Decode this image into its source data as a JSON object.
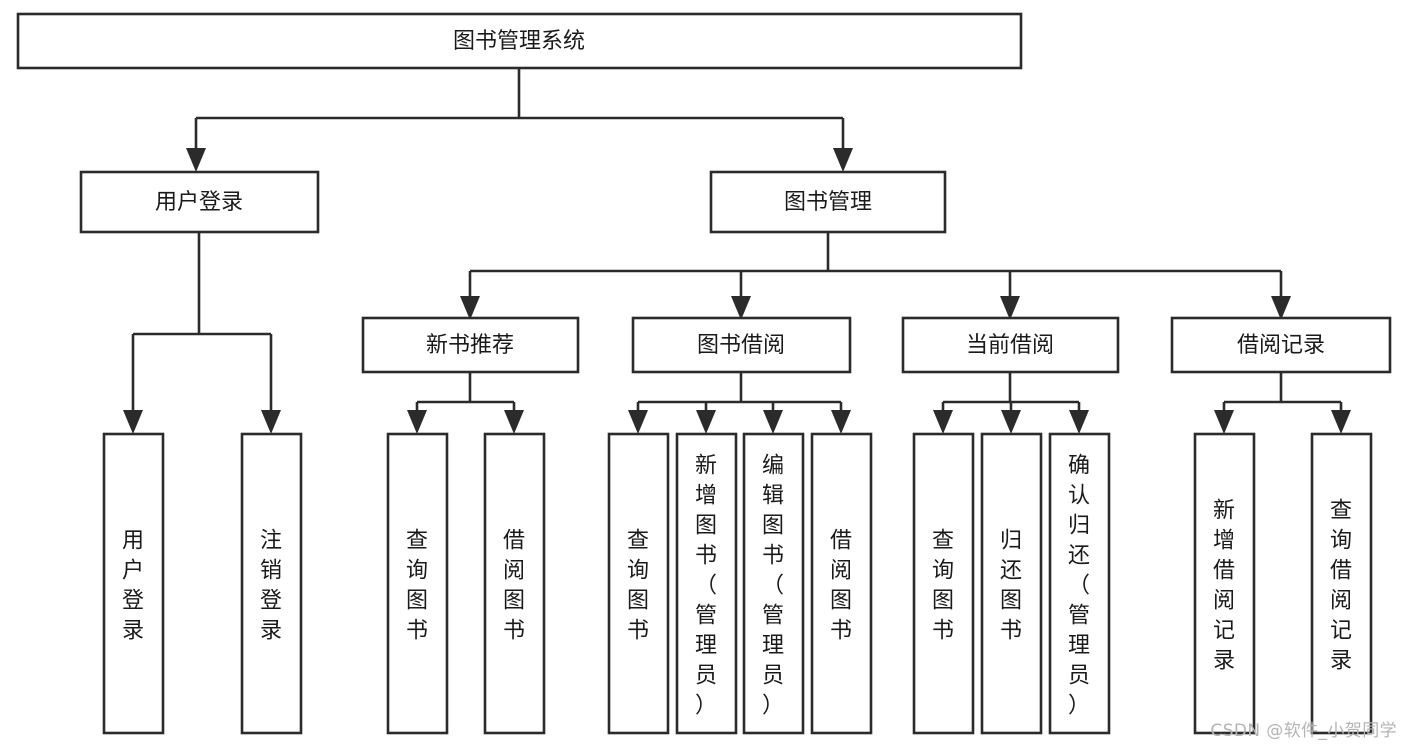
{
  "diagram": {
    "title": "图书管理系统",
    "type": "hierarchy-tree",
    "watermark": "CSDN @软件_小贺同学",
    "colors": {
      "stroke": "#2b2b2b",
      "fill": "#ffffff",
      "text": "#1a1a1a",
      "watermark": "#b4b4b4"
    },
    "root": {
      "label": "图书管理系统",
      "orientation": "horizontal"
    },
    "level2": [
      {
        "label": "用户登录",
        "orientation": "horizontal"
      },
      {
        "label": "图书管理",
        "orientation": "horizontal"
      }
    ],
    "level3": [
      {
        "label": "新书推荐",
        "orientation": "horizontal"
      },
      {
        "label": "图书借阅",
        "orientation": "horizontal"
      },
      {
        "label": "当前借阅",
        "orientation": "horizontal"
      },
      {
        "label": "借阅记录",
        "orientation": "horizontal"
      }
    ],
    "leaves_user_login": [
      {
        "label": "用户登录",
        "orientation": "vertical"
      },
      {
        "label": "注销登录",
        "orientation": "vertical"
      }
    ],
    "leaves_new_book": [
      {
        "label": "查询图书",
        "orientation": "vertical"
      },
      {
        "label": "借阅图书",
        "orientation": "vertical"
      }
    ],
    "leaves_borrow": [
      {
        "label": "查询图书",
        "orientation": "vertical"
      },
      {
        "label": "新增图书（管理员）",
        "orientation": "vertical"
      },
      {
        "label": "编辑图书（管理员）",
        "orientation": "vertical"
      },
      {
        "label": "借阅图书",
        "orientation": "vertical"
      }
    ],
    "leaves_current": [
      {
        "label": "查询图书",
        "orientation": "vertical"
      },
      {
        "label": "归还图书",
        "orientation": "vertical"
      },
      {
        "label": "确认归还（管理员）",
        "orientation": "vertical"
      }
    ],
    "leaves_record": [
      {
        "label": "新增借阅记录",
        "orientation": "vertical"
      },
      {
        "label": "查询借阅记录",
        "orientation": "vertical"
      }
    ]
  }
}
